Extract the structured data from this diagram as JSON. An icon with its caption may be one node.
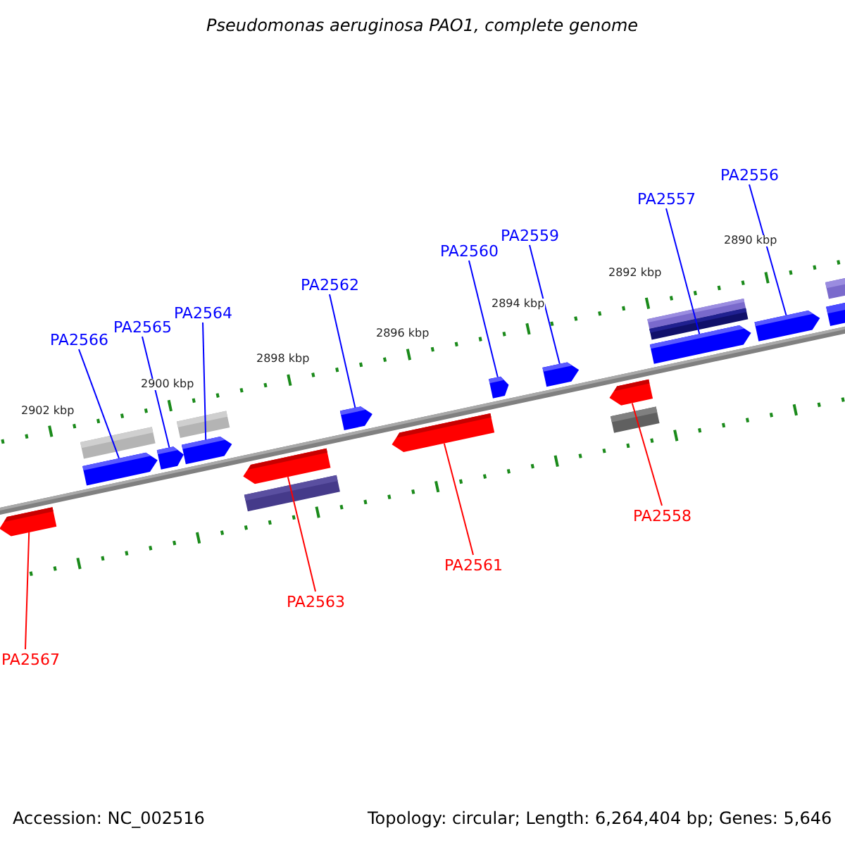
{
  "diagram": {
    "title": "Pseudomonas aeruginosa PAO1, complete genome",
    "nodes": [
      {
        "text": [
          "PA2556"
        ]
      },
      {
        "text": [
          "PA2557"
        ]
      },
      {
        "text": [
          "PA2559"
        ]
      },
      {
        "text": [
          "PA2560"
        ]
      },
      {
        "text": [
          "PA2562"
        ]
      },
      {
        "text": [
          "PA2564"
        ]
      },
      {
        "text": [
          "PA2565"
        ]
      },
      {
        "text": [
          "PA2566"
        ]
      },
      {
        "text": [
          "PA2558"
        ]
      },
      {
        "text": [
          "PA2561"
        ]
      },
      {
        "text": [
          "PA2563"
        ]
      },
      {
        "text": [
          "PA2567"
        ]
      },
      {
        "text": [],
        "shape": "bar"
      },
      {
        "text": [],
        "shape": "bar"
      },
      {
        "text": [],
        "shape": "bar"
      },
      {
        "text": [],
        "shape": "bar"
      },
      {
        "text": [],
        "shape": "bar"
      },
      {
        "text": [],
        "shape": "bar"
      },
      {
        "text": [],
        "shape": "bar"
      },
      {
        "text": [],
        "shape": "bar"
      },
      {
        "text": [],
        "shape": "bar"
      },
      {
        "text": [],
        "shape": "bar"
      },
      {
        "text": [],
        "shape": "bar"
      },
      {
        "text": [],
        "shape": "bar"
      }
    ],
    "edges": [
      {
        "from": 0,
        "to": 12,
        "arrow": "none"
      },
      {
        "from": 1,
        "to": 13,
        "arrow": "none"
      },
      {
        "from": 2,
        "to": 14,
        "arrow": "none"
      },
      {
        "from": 3,
        "to": 15,
        "arrow": "none"
      },
      {
        "from": 4,
        "to": 16,
        "arrow": "none"
      },
      {
        "from": 5,
        "to": 17,
        "arrow": "none"
      },
      {
        "from": 6,
        "to": 18,
        "arrow": "none"
      },
      {
        "from": 7,
        "to": 19,
        "arrow": "none"
      },
      {
        "from": 8,
        "to": 20,
        "arrow": "none",
        "color": "#ff0000"
      },
      {
        "from": 9,
        "to": 21,
        "arrow": "none",
        "color": "#ff0000"
      },
      {
        "from": 10,
        "to": 22,
        "arrow": "none",
        "color": "#ff0000"
      },
      {
        "from": 11,
        "to": 23,
        "arrow": "none",
        "color": "#ff0000"
      }
    ],
    "labels": [
      "2890 kbp",
      "2892 kbp",
      "2894 kbp",
      "2896 kbp",
      "2898 kbp",
      "2900 kbp",
      "2902 kbp",
      "Accession: NC_002516",
      "Topology: circular; Length: 6,264,404 bp; Genes: 5,646"
    ]
  }
}
